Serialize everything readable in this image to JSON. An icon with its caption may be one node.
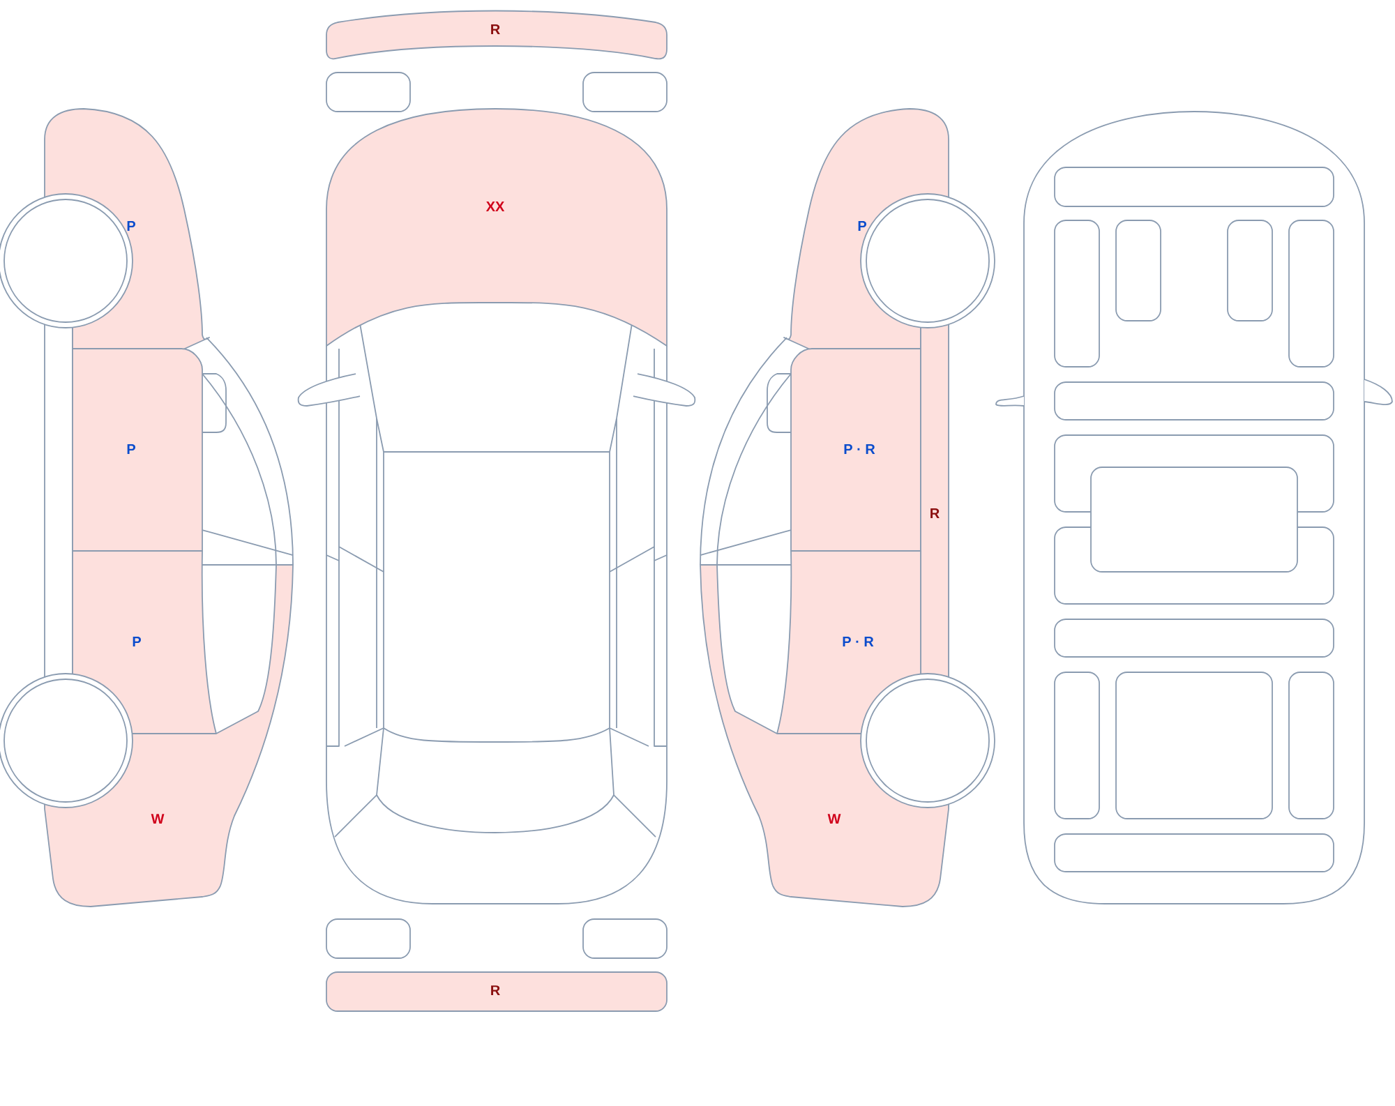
{
  "diagram": {
    "nodes": [
      {
        "text": [
          "R"
        ]
      },
      {
        "text": [
          "XX"
        ]
      },
      {
        "text": [
          "P"
        ]
      },
      {
        "text": [
          "P"
        ]
      },
      {
        "text": [
          "P"
        ]
      },
      {
        "text": [
          "P · R"
        ]
      },
      {
        "text": [
          "R"
        ]
      },
      {
        "text": [
          "P"
        ]
      },
      {
        "text": [
          "P · R"
        ]
      },
      {
        "text": [
          "W"
        ]
      },
      {
        "text": [
          "W"
        ]
      },
      {
        "text": [
          "R"
        ]
      }
    ]
  }
}
